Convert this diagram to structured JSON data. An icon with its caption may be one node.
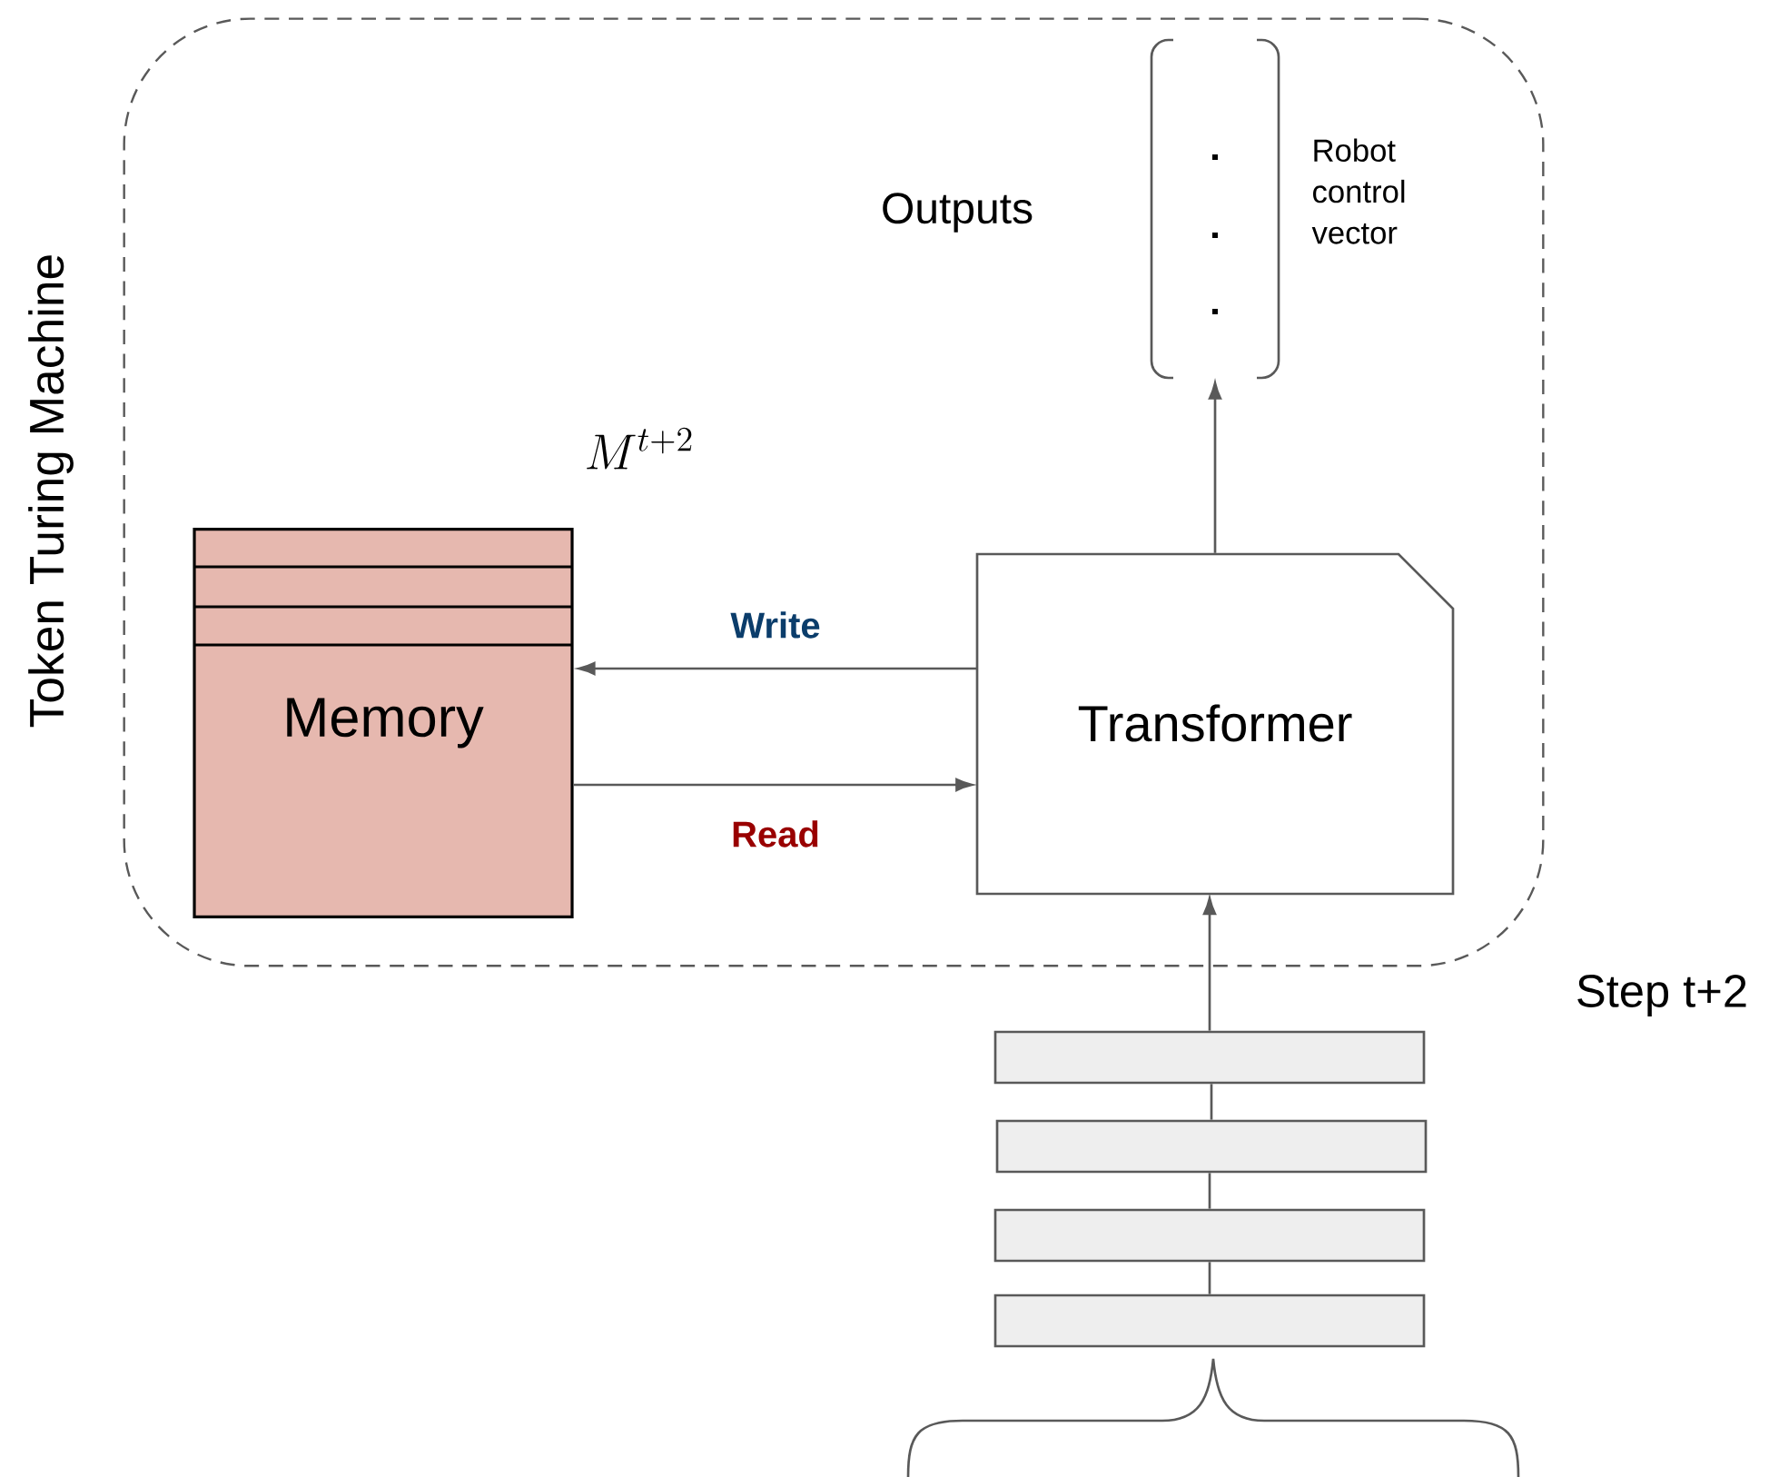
{
  "diagram": {
    "nodes": [
      {
        "text": [
          "Token Turing Machine"
        ]
      },
      {
        "text": [
          "Memory"
        ],
        "in": 0,
        "beside": [
          "M^{t+2}"
        ]
      },
      {
        "text": [
          "Transformer"
        ],
        "in": 0
      },
      {
        "text": [],
        "shape": "bracket",
        "in": 0,
        "beside": [
          "Outputs",
          "Robot control vector"
        ]
      },
      {
        "text": [],
        "shape": "bar"
      },
      {
        "text": [],
        "shape": "bar"
      },
      {
        "text": [],
        "shape": "bar"
      },
      {
        "text": [],
        "shape": "bar"
      }
    ],
    "edges": [
      {
        "from": 2,
        "to": 1,
        "arrow": "to",
        "label": "Write"
      },
      {
        "from": 1,
        "to": 2,
        "arrow": "to",
        "label": "Read"
      },
      {
        "from": 2,
        "to": 3,
        "arrow": "to"
      },
      {
        "from": 4,
        "to": 2,
        "arrow": "to"
      },
      {
        "from": 5,
        "to": 4,
        "arrow": "none"
      },
      {
        "from": 6,
        "to": 5,
        "arrow": "none"
      },
      {
        "from": 7,
        "to": 6,
        "arrow": "none"
      }
    ],
    "labels": [
      "Step t+2"
    ]
  }
}
